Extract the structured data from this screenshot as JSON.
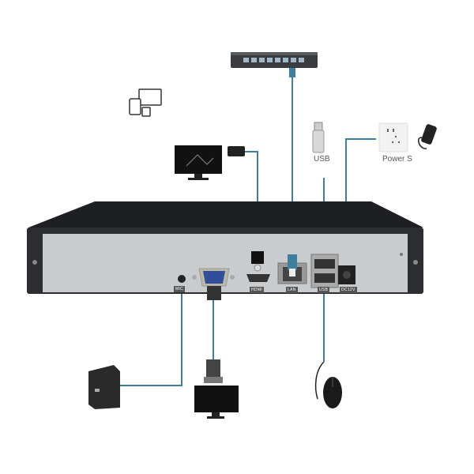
{
  "labels": {
    "usb": "USB",
    "power": "Power S",
    "port_mic": "MIC",
    "port_hdmi": "HDMI",
    "port_lan": "LAN",
    "port_usb": "USB",
    "port_dc": "DC12V"
  },
  "colors": {
    "cable": "#3d7f9f",
    "chassis": "#2c2d30",
    "panel": "#c9ccce"
  }
}
